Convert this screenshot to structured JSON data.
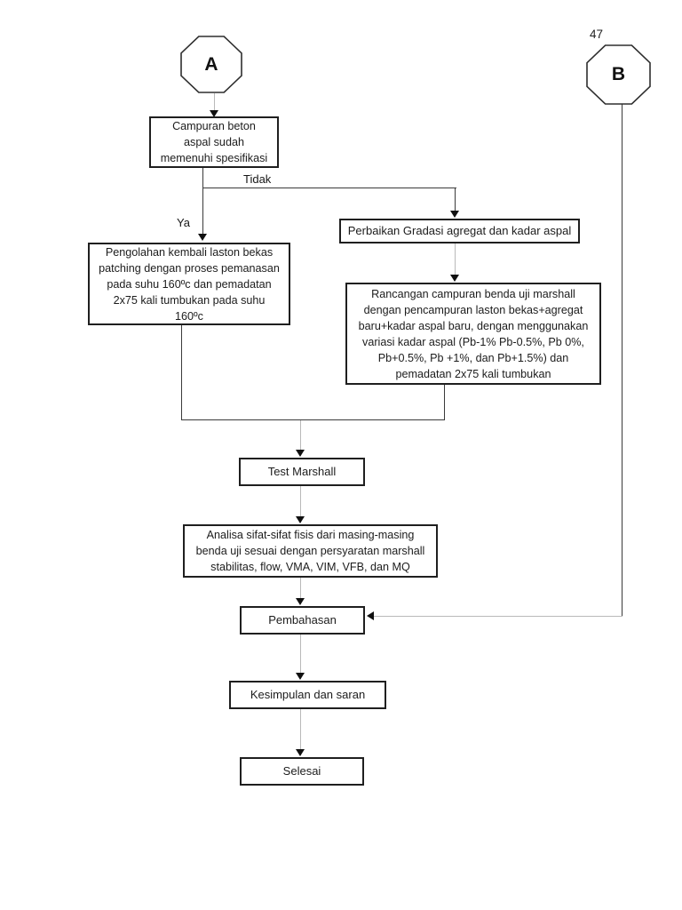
{
  "page": {
    "number": "47"
  },
  "flowchart": {
    "connector_a": {
      "label": "A"
    },
    "connector_b": {
      "label": "B"
    },
    "edge_labels": {
      "yes": "Ya",
      "no": "Tidak"
    },
    "nodes": {
      "campuran": {
        "text": "Campuran beton\naspal sudah\nmemenuhi spesifikasi"
      },
      "perbaikan": {
        "text": "Perbaikan Gradasi agregat dan kadar aspal"
      },
      "pengolahan": {
        "text": "Pengolahan kembali laston bekas\npatching dengan proses pemanasan\npada suhu 160ºc dan pemadatan\n2x75 kali tumbukan pada suhu\n160ºc"
      },
      "rancangan": {
        "text": "Rancangan campuran benda uji marshall\ndengan pencampuran laston bekas+agregat\nbaru+kadar aspal baru, dengan menggunakan\nvariasi kadar aspal (Pb-1% Pb-0.5%, Pb 0%,\nPb+0.5%, Pb +1%, dan Pb+1.5%) dan\npemadatan 2x75 kali tumbukan"
      },
      "test_marshall": {
        "text": "Test Marshall"
      },
      "analisa": {
        "text": "Analisa sifat-sifat fisis dari masing-masing\nbenda uji sesuai dengan persyaratan marshall\nstabilitas, flow, VMA, VIM, VFB, dan MQ"
      },
      "pembahasan": {
        "text": "Pembahasan"
      },
      "kesimpulan": {
        "text": "Kesimpulan dan saran"
      },
      "selesai": {
        "text": "Selesai"
      }
    },
    "colors": {
      "background": "#ffffff",
      "box_border": "#1f1f1f",
      "connector_dark": "#3a3a3a",
      "connector_light": "#b9b9b9",
      "arrowhead": "#101010",
      "text": "#1c1c1c"
    }
  }
}
